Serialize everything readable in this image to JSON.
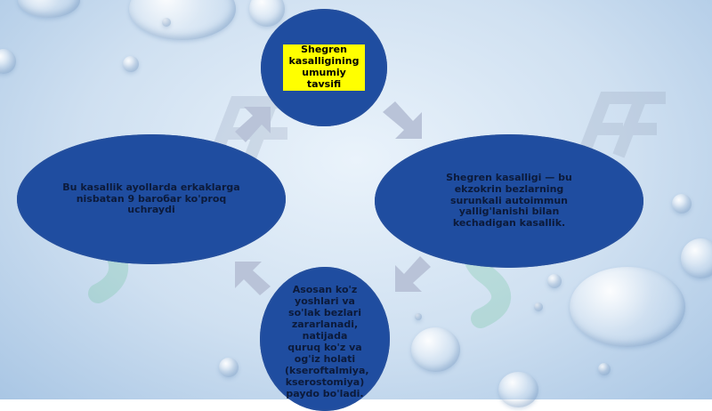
{
  "diagram": {
    "nodes": [
      {
        "id": "top",
        "text": "Shegren kasalligining umumiy tavsifi",
        "highlighted": true
      },
      {
        "id": "right",
        "text": "Shegren kasalligi — bu ekzokrin bezlarning surunkali autoimmun yallig'lanishi bilan kechadigan kasallik."
      },
      {
        "id": "bottom",
        "text": "Asosan ko'z yoshlari va so'lak bezlari zararlanadi, natijada quruq ko'z va og'iz holati (kseroftalmiya, kserostomiya) paydo bo'ladi."
      },
      {
        "id": "left",
        "text": "Bu kasallik ayollarda erkaklarga nisbatan 9 baroбar ko'proq uchraydi"
      }
    ],
    "colors": {
      "node_fill": "#1f4da0",
      "node_text": "#0c1a3a",
      "highlight": "#ffff00",
      "arrow": "#b9c3d8"
    }
  }
}
